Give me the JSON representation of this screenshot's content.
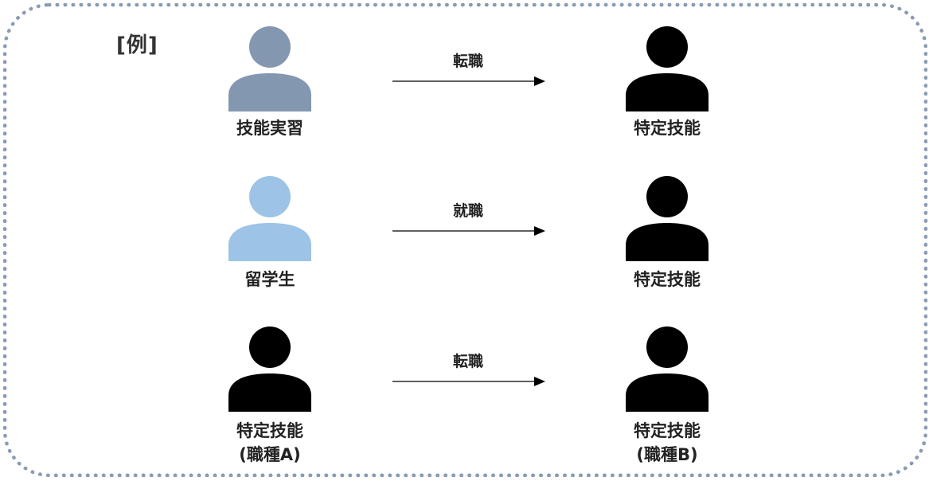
{
  "example_label": "[例]",
  "colors": {
    "border": "#8a9bb3",
    "technical_intern": "#8497b0",
    "international_student": "#9dc3e6",
    "specified_skilled": "#000000"
  },
  "rows": [
    {
      "from": {
        "label": "技能実習",
        "color": "#8497b0",
        "icon": "person-icon"
      },
      "transition": "転職",
      "to": {
        "label": "特定技能",
        "color": "#000000",
        "icon": "person-icon"
      }
    },
    {
      "from": {
        "label": "留学生",
        "color": "#9dc3e6",
        "icon": "person-icon"
      },
      "transition": "就職",
      "to": {
        "label": "特定技能",
        "color": "#000000",
        "icon": "person-icon"
      }
    },
    {
      "from": {
        "label": "特定技能",
        "sublabel": "(職種A)",
        "color": "#000000",
        "icon": "person-icon"
      },
      "transition": "転職",
      "to": {
        "label": "特定技能",
        "sublabel": "(職種B)",
        "color": "#000000",
        "icon": "person-icon"
      }
    }
  ]
}
